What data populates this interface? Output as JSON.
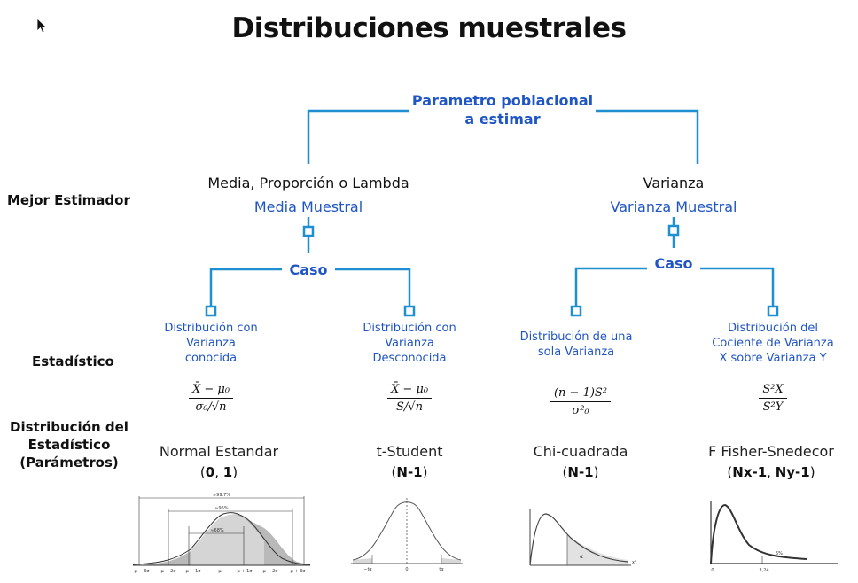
{
  "title": "Distribuciones muestrales",
  "top_node": {
    "line1": "Parametro poblacional",
    "line2": "a estimar"
  },
  "row_labels": {
    "best_estimator": "Mejor Estimador",
    "statistic": "Estadístico",
    "dist_line1": "Distribución del",
    "dist_line2": "Estadístico",
    "dist_line3": "(Parámetros)"
  },
  "left_branch": {
    "param": "Media, Proporción o Lambda",
    "estimator": "Media Muestral",
    "caso": "Caso"
  },
  "right_branch": {
    "param": "Varianza",
    "estimator": "Varianza Muestral",
    "caso": "Caso"
  },
  "cases": [
    {
      "lines": [
        "Distribución con",
        "Varianza",
        "conocida"
      ],
      "formula_num": "X̄ − μ₀",
      "formula_den": "σ₀/√n",
      "dist_name": "Normal Estandar",
      "params_open": "(",
      "params": [
        "0",
        "1"
      ],
      "params_sep": ", ",
      "params_close": ")"
    },
    {
      "lines": [
        "Distribución con",
        "Varianza",
        "Desconocida"
      ],
      "formula_num": "X̄ − μ₀",
      "formula_den": "S/√n",
      "dist_name": "t-Student",
      "params_open": "(",
      "params": [
        "N-1"
      ],
      "params_sep": "",
      "params_close": ")"
    },
    {
      "lines": [
        "Distribución de una",
        "sola Varianza"
      ],
      "formula_num": "(n − 1)S²",
      "formula_den": "σ²₀",
      "dist_name": "Chi-cuadrada",
      "params_open": "(",
      "params": [
        "N-1"
      ],
      "params_sep": "",
      "params_close": ")"
    },
    {
      "lines": [
        "Distribución del",
        "Cociente de Varianza",
        "X sobre Varianza Y"
      ],
      "formula_num": "S²X",
      "formula_den": "S²Y",
      "dist_name": "F Fisher-Snedecor",
      "params_open": "(",
      "params": [
        "Nx-1",
        "Ny-1"
      ],
      "params_sep": ", ",
      "params_close": ")"
    }
  ],
  "mini_charts": {
    "normal": {
      "brackets": [
        "≈99.7%",
        "≈95%",
        "≈68%"
      ],
      "ticks": [
        "μ − 3σ",
        "μ − 2σ",
        "μ − 1σ",
        "μ",
        "μ + 1σ",
        "μ + 2σ",
        "μ + 3σ"
      ]
    },
    "t": {
      "ticks": [
        "−tα",
        "0",
        "tα"
      ]
    },
    "chi": {
      "label": "α",
      "axis_end": "x²"
    },
    "f": {
      "ticks": [
        "0",
        "3,24"
      ],
      "label": "5%"
    }
  },
  "colors": {
    "connector": "#1e8fd0",
    "blue_text": "#1f55c4"
  }
}
